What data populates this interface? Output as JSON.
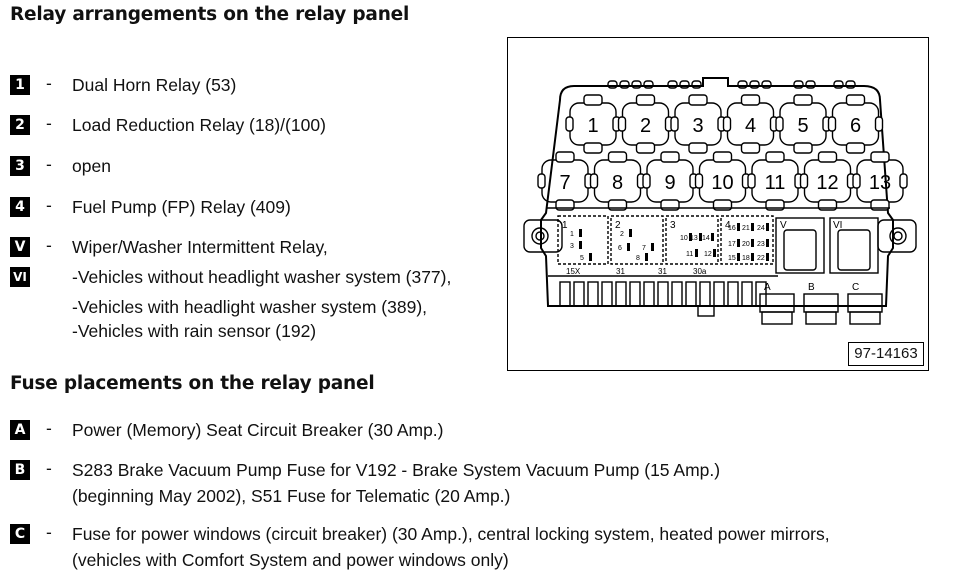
{
  "relays": {
    "heading": "Relay arrangements on the relay panel",
    "items": [
      {
        "badge": "1",
        "lines": [
          "Dual Horn Relay (53)"
        ]
      },
      {
        "badge": "2",
        "lines": [
          "Load Reduction Relay (18)/(100)"
        ]
      },
      {
        "badge": "3",
        "lines": [
          "open"
        ]
      },
      {
        "badge": "4",
        "lines": [
          "Fuel Pump (FP) Relay (409)"
        ]
      },
      {
        "badge": "V",
        "badge2": "VI",
        "lines": [
          "Wiper/Washer Intermittent Relay,",
          "-Vehicles without headlight washer system (377),",
          "-Vehicles with headlight washer system (389),",
          "-Vehicles with rain sensor (192)"
        ]
      }
    ]
  },
  "fuses": {
    "heading": "Fuse placements on the relay panel",
    "items": [
      {
        "badge": "A",
        "lines": [
          "Power (Memory) Seat Circuit Breaker (30 Amp.)"
        ]
      },
      {
        "badge": "B",
        "lines": [
          "S283 Brake Vacuum Pump Fuse for V192 - Brake System Vacuum Pump (15 Amp.)",
          "(beginning May 2002), S51 Fuse for Telematic (20 Amp.)"
        ]
      },
      {
        "badge": "C",
        "lines": [
          "Fuse for power windows (circuit breaker) (30 Amp.), central locking system, heated power mirrors,",
          "(vehicles with Comfort System and power windows only)"
        ]
      }
    ]
  },
  "diagram": {
    "figure_number": "97-14163",
    "top_slots": [
      "1",
      "2",
      "3",
      "4",
      "5",
      "6"
    ],
    "bottom_slots": [
      "7",
      "8",
      "9",
      "10",
      "11",
      "12",
      "13"
    ],
    "relay_positions": [
      "1",
      "2",
      "3",
      "4",
      "V",
      "VI"
    ],
    "fuse_positions": [
      "A",
      "B",
      "C"
    ],
    "terminal_labels": [
      "15X",
      "31",
      "31",
      "30a"
    ],
    "pin_labels_1": [
      "1",
      "3",
      "5"
    ],
    "pin_labels_2": [
      "2",
      "6",
      "7",
      "8"
    ],
    "pin_labels_3": [
      "10",
      "13",
      "14",
      "11",
      "12"
    ],
    "pin_labels_4": [
      "16",
      "21",
      "24",
      "17",
      "20",
      "23",
      "15",
      "18",
      "22"
    ]
  }
}
